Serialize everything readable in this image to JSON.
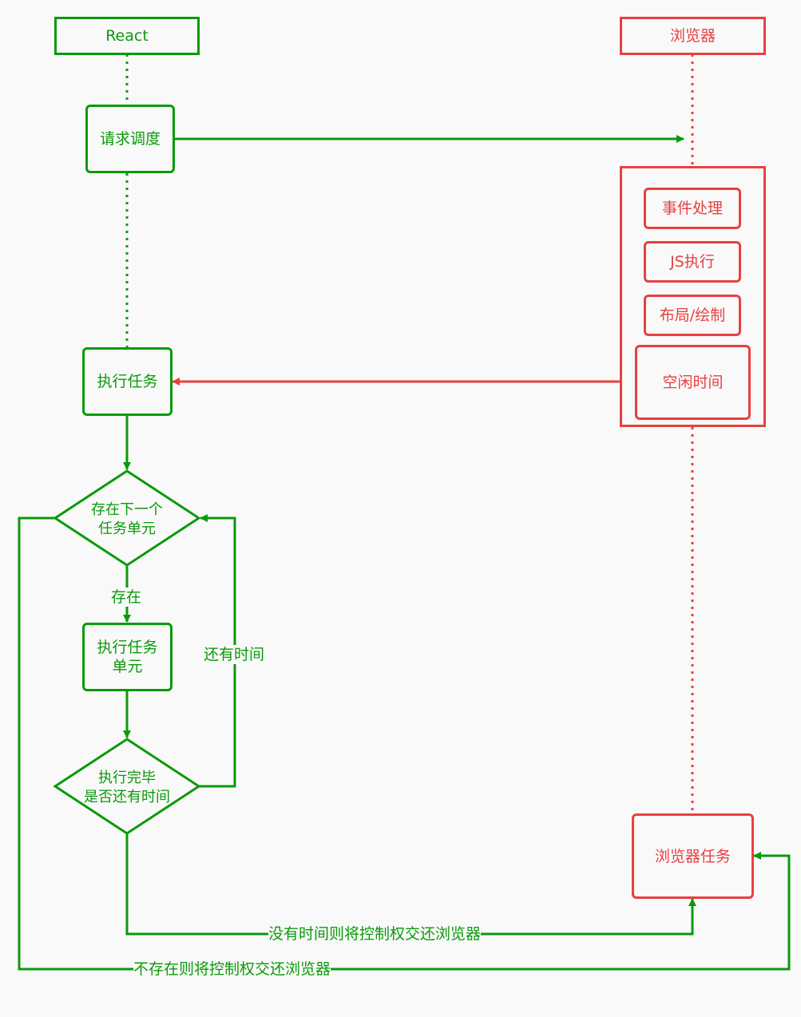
{
  "react": {
    "label": "React"
  },
  "browser": {
    "label": "浏览器"
  },
  "request": {
    "label": "请求调度"
  },
  "execute": {
    "label": "执行任务"
  },
  "browser_tasks": [
    {
      "label": "事件处理"
    },
    {
      "label": "JS执行"
    },
    {
      "label": "布局/绘制"
    }
  ],
  "idle": {
    "label": "空闲时间"
  },
  "decision1": {
    "line1": "存在下一个",
    "line2": "任务单元"
  },
  "yes_label": "存在",
  "exec_unit": {
    "line1": "执行任务",
    "line2": "单元"
  },
  "decision2": {
    "line1": "执行完毕",
    "line2": "是否还有时间"
  },
  "has_time_label": "还有时间",
  "browser_task": {
    "label": "浏览器任务"
  },
  "no_time_label": "没有时间则将控制权交还浏览器",
  "not_exist_label": "不存在则将控制权交还浏览器",
  "colors": {
    "react": "#0a9a0a",
    "browser": "#e84040",
    "background": "#f9f9f9"
  }
}
